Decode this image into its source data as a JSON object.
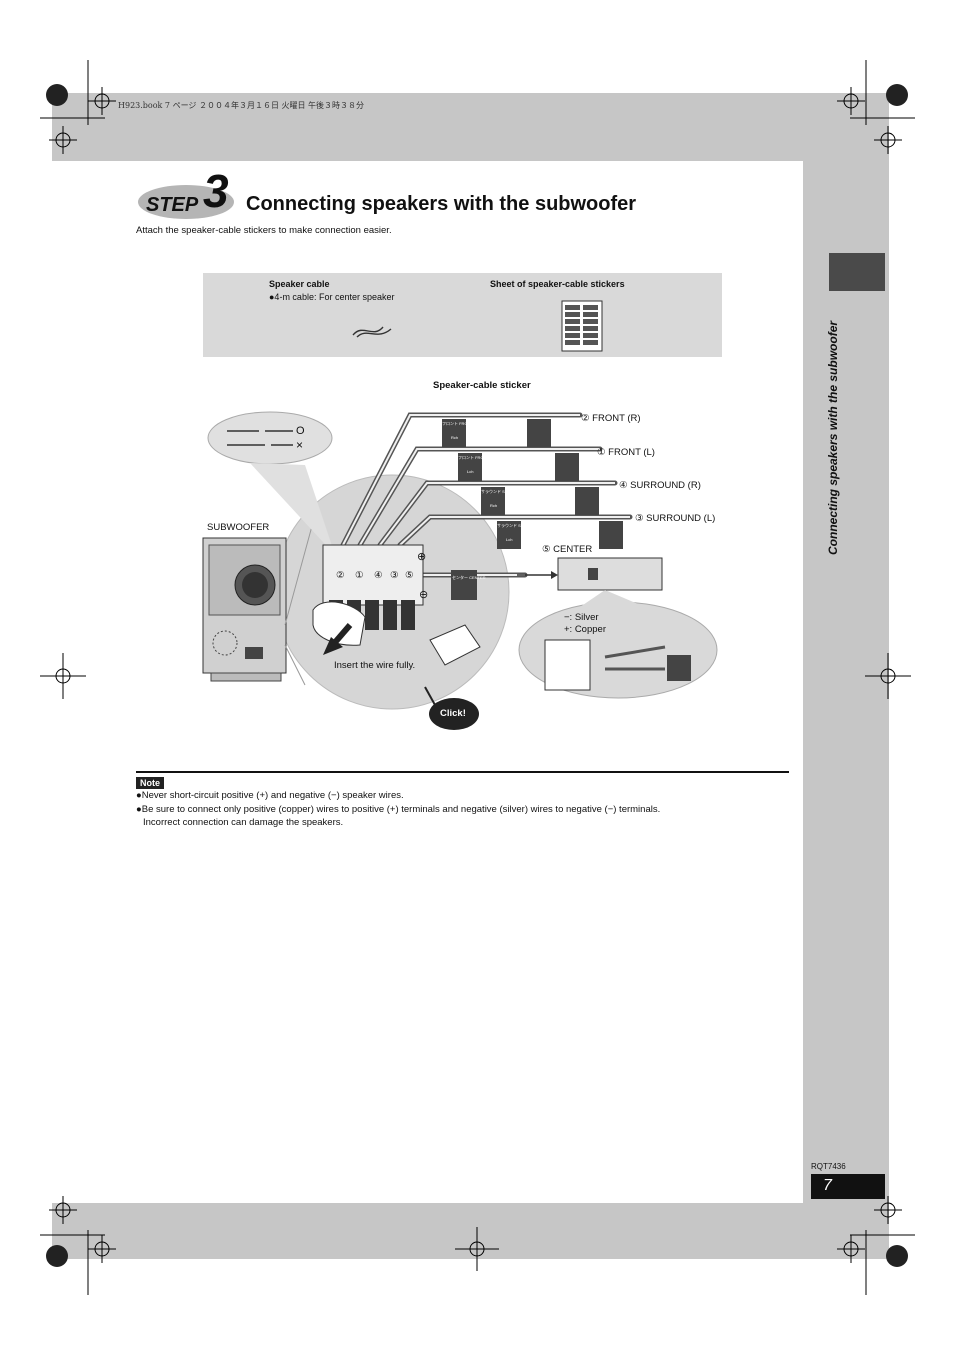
{
  "header": {
    "print_line": "H923.book  7 ページ  ２００４年３月１６日  火曜日  午後３時３８分"
  },
  "step": {
    "badge_word": "STEP",
    "badge_number": "3",
    "title": "Connecting speakers with the subwoofer"
  },
  "intro": "Attach the speaker-cable stickers to make connection easier.",
  "accessories": {
    "cable_title": "Speaker cable",
    "cable_note": "●4-m cable: For center speaker",
    "stickers_title": "Sheet of speaker-cable stickers"
  },
  "diagram": {
    "sticker_label": "Speaker-cable sticker",
    "front_r": "② FRONT (R)",
    "front_l": "① FRONT (L)",
    "surround_r": "④ SURROUND (R)",
    "surround_l": "③ SURROUND (L)",
    "center": "⑤ CENTER",
    "subwoofer": "SUBWOOFER",
    "insert": "Insert the wire fully.",
    "click": "Click!",
    "silver": "−: Silver",
    "copper": "+: Copper",
    "ok_mark": "O",
    "ng_mark": "×",
    "terminal_numbers": [
      "②",
      "①",
      "④",
      "③",
      "⑤"
    ],
    "sticker_front": "フロント FRONT",
    "sticker_surround": "サラウンド SURROUND",
    "sticker_center": "センター CENTER",
    "sticker_letters": [
      "Rch",
      "Lch",
      "Rch",
      "Lch"
    ],
    "plus": "⊕",
    "minus": "⊖"
  },
  "note": {
    "tag": "Note",
    "line1": "●Never short-circuit positive (+) and negative (−) speaker wires.",
    "line2": "●Be sure to connect only positive (copper) wires to positive (+) terminals and negative (silver) wires to negative (−) terminals.",
    "line3": "Incorrect connection can damage the speakers."
  },
  "sidebar": {
    "title": "Connecting speakers with the subwoofer"
  },
  "footer": {
    "code": "RQT7436",
    "page": "7"
  },
  "colors": {
    "band_gray": "#c6c6c6",
    "box_gray": "#d9d9d9",
    "dark_tab": "#4a4a4a"
  }
}
